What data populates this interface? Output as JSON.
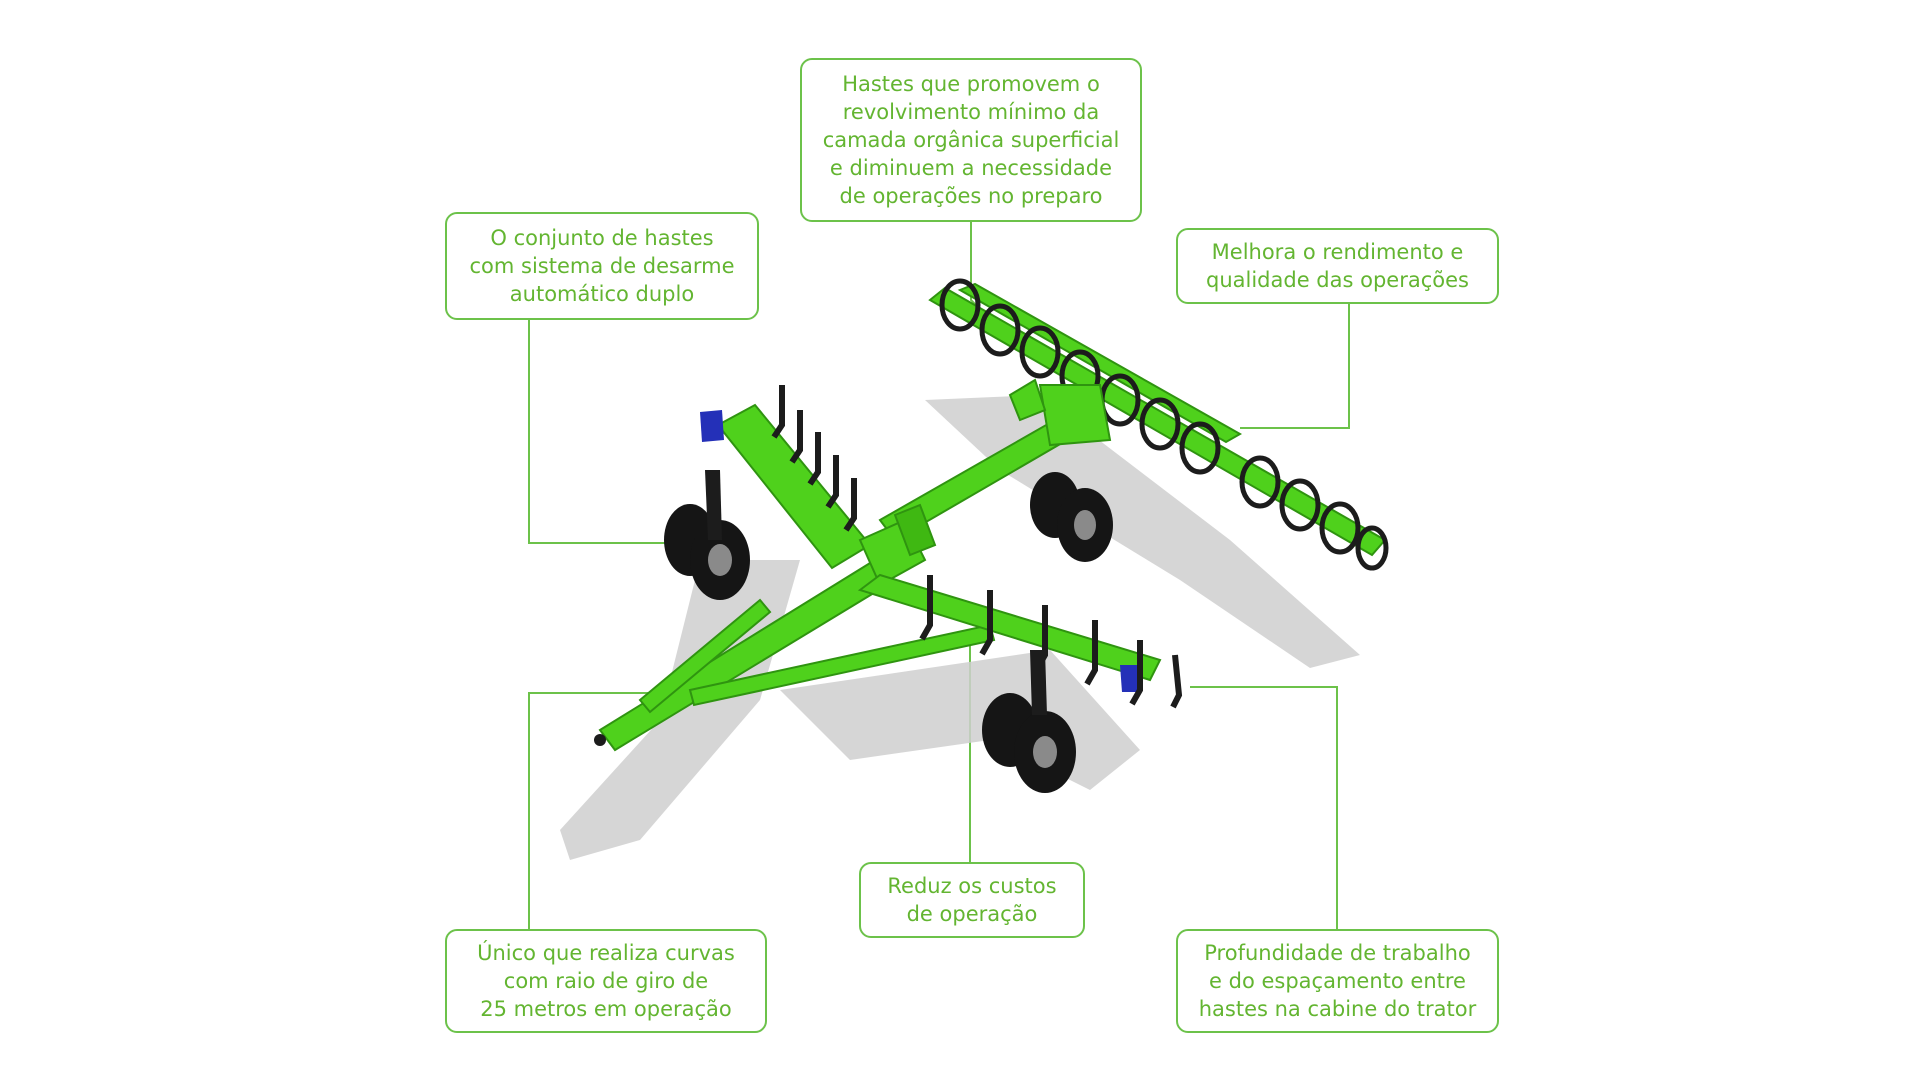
{
  "colors": {
    "accent": "#6cc24a",
    "text": "#63b531",
    "frame": "#4fd11c",
    "frame_dark": "#2f9410",
    "part_dark": "#1c1c1c",
    "tire": "#151515",
    "hub": "#8a8a8a",
    "shadow": "#c9c9c9",
    "blue": "#2430b8"
  },
  "callouts": {
    "top": {
      "lines": [
        "Hastes que promovem o",
        "revolvimento mínimo da",
        "camada orgânica superficial",
        "e diminuem a necessidade",
        "de  operações no preparo"
      ]
    },
    "left": {
      "lines": [
        "O conjunto de hastes",
        "com sistema de desarme",
        "automático duplo"
      ]
    },
    "right": {
      "lines": [
        "Melhora o rendimento e",
        "qualidade das operações"
      ]
    },
    "middle": {
      "lines": [
        "Reduz os custos",
        "de operação"
      ]
    },
    "bottom_left": {
      "lines": [
        "Único que realiza curvas",
        "com raio de giro de",
        "25 metros em operação"
      ]
    },
    "bottom_right": {
      "lines": [
        "Profundidade de trabalho",
        "e do espaçamento entre",
        "hastes na cabine do trator"
      ]
    }
  }
}
